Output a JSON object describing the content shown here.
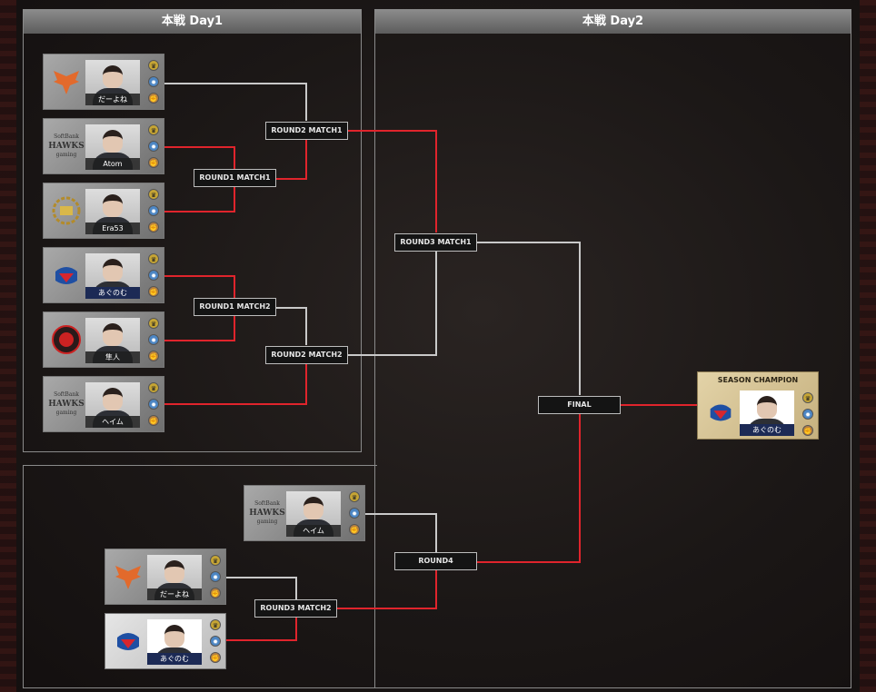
{
  "panels": {
    "day1": "本戦 Day1",
    "day2": "本戦 Day2"
  },
  "matches": {
    "r1m1": "ROUND1 MATCH1",
    "r1m2": "ROUND1 MATCH2",
    "r2m1": "ROUND2 MATCH1",
    "r2m2": "ROUND2 MATCH2",
    "r3m1": "ROUND3 MATCH1",
    "r3m2": "ROUND3 MATCH2",
    "r4": "ROUND4",
    "final": "FINAL"
  },
  "players": {
    "p1": {
      "name": "だーよね",
      "logo": "phoenix-logo-icon"
    },
    "p2": {
      "name": "Atom",
      "logo": "softbank-hawks-logo",
      "logo_line1": "SoftBank",
      "logo_line2": "HAWKS",
      "logo_line3": "gaming"
    },
    "p3": {
      "name": "Era53",
      "logo": "laurel-crest-logo-icon"
    },
    "p4": {
      "name": "あぐのむ",
      "logo": "marinos-logo-icon"
    },
    "p5": {
      "name": "隼人",
      "logo": "beastars-logo-icon"
    },
    "p6": {
      "name": "ヘイム",
      "logo": "softbank-hawks-logo",
      "logo_line1": "SoftBank",
      "logo_line2": "HAWKS",
      "logo_line3": "gaming"
    },
    "p7": {
      "name": "ヘイム",
      "logo": "softbank-hawks-logo",
      "logo_line1": "SoftBank",
      "logo_line2": "HAWKS",
      "logo_line3": "gaming"
    },
    "p8": {
      "name": "だーよね",
      "logo": "phoenix-logo-icon"
    },
    "p9": {
      "name": "あぐのむ",
      "logo": "marinos-logo-icon"
    }
  },
  "champion": {
    "title": "SEASON CHAMPION",
    "name": "あぐのむ"
  },
  "colors": {
    "line_red": "#e0242c",
    "line_grey": "#c9c9c9",
    "panel_border": "#8a8a8a"
  }
}
